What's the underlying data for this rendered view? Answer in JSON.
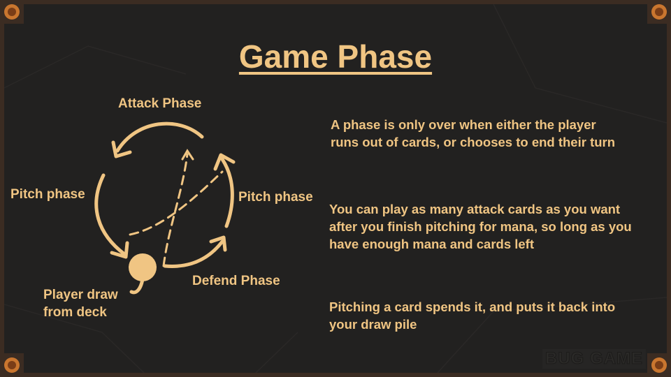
{
  "title": "Game Phase",
  "diagram": {
    "attack_phase": "Attack Phase",
    "pitch_phase_left": "Pitch phase",
    "pitch_phase_right": "Pitch phase",
    "defend_phase": "Defend Phase",
    "player_draw_line1": "Player draw",
    "player_draw_line2": "from deck"
  },
  "notes": [
    {
      "line1": "A phase is only over when either the player",
      "line2": "runs out of cards, or chooses to end their turn",
      "line3": ""
    },
    {
      "line1": "You can play as many attack cards as you want",
      "line2": "after you finish pitching for mana, so long as you",
      "line3": "have enough mana and cards left"
    },
    {
      "line1": "Pitching a card spends it, and puts it back into",
      "line2": "your draw pile",
      "line3": ""
    }
  ],
  "watermark": "BUG GAME",
  "colors": {
    "accent": "#f0c583",
    "background": "#222120",
    "border": "#3b2c22"
  }
}
